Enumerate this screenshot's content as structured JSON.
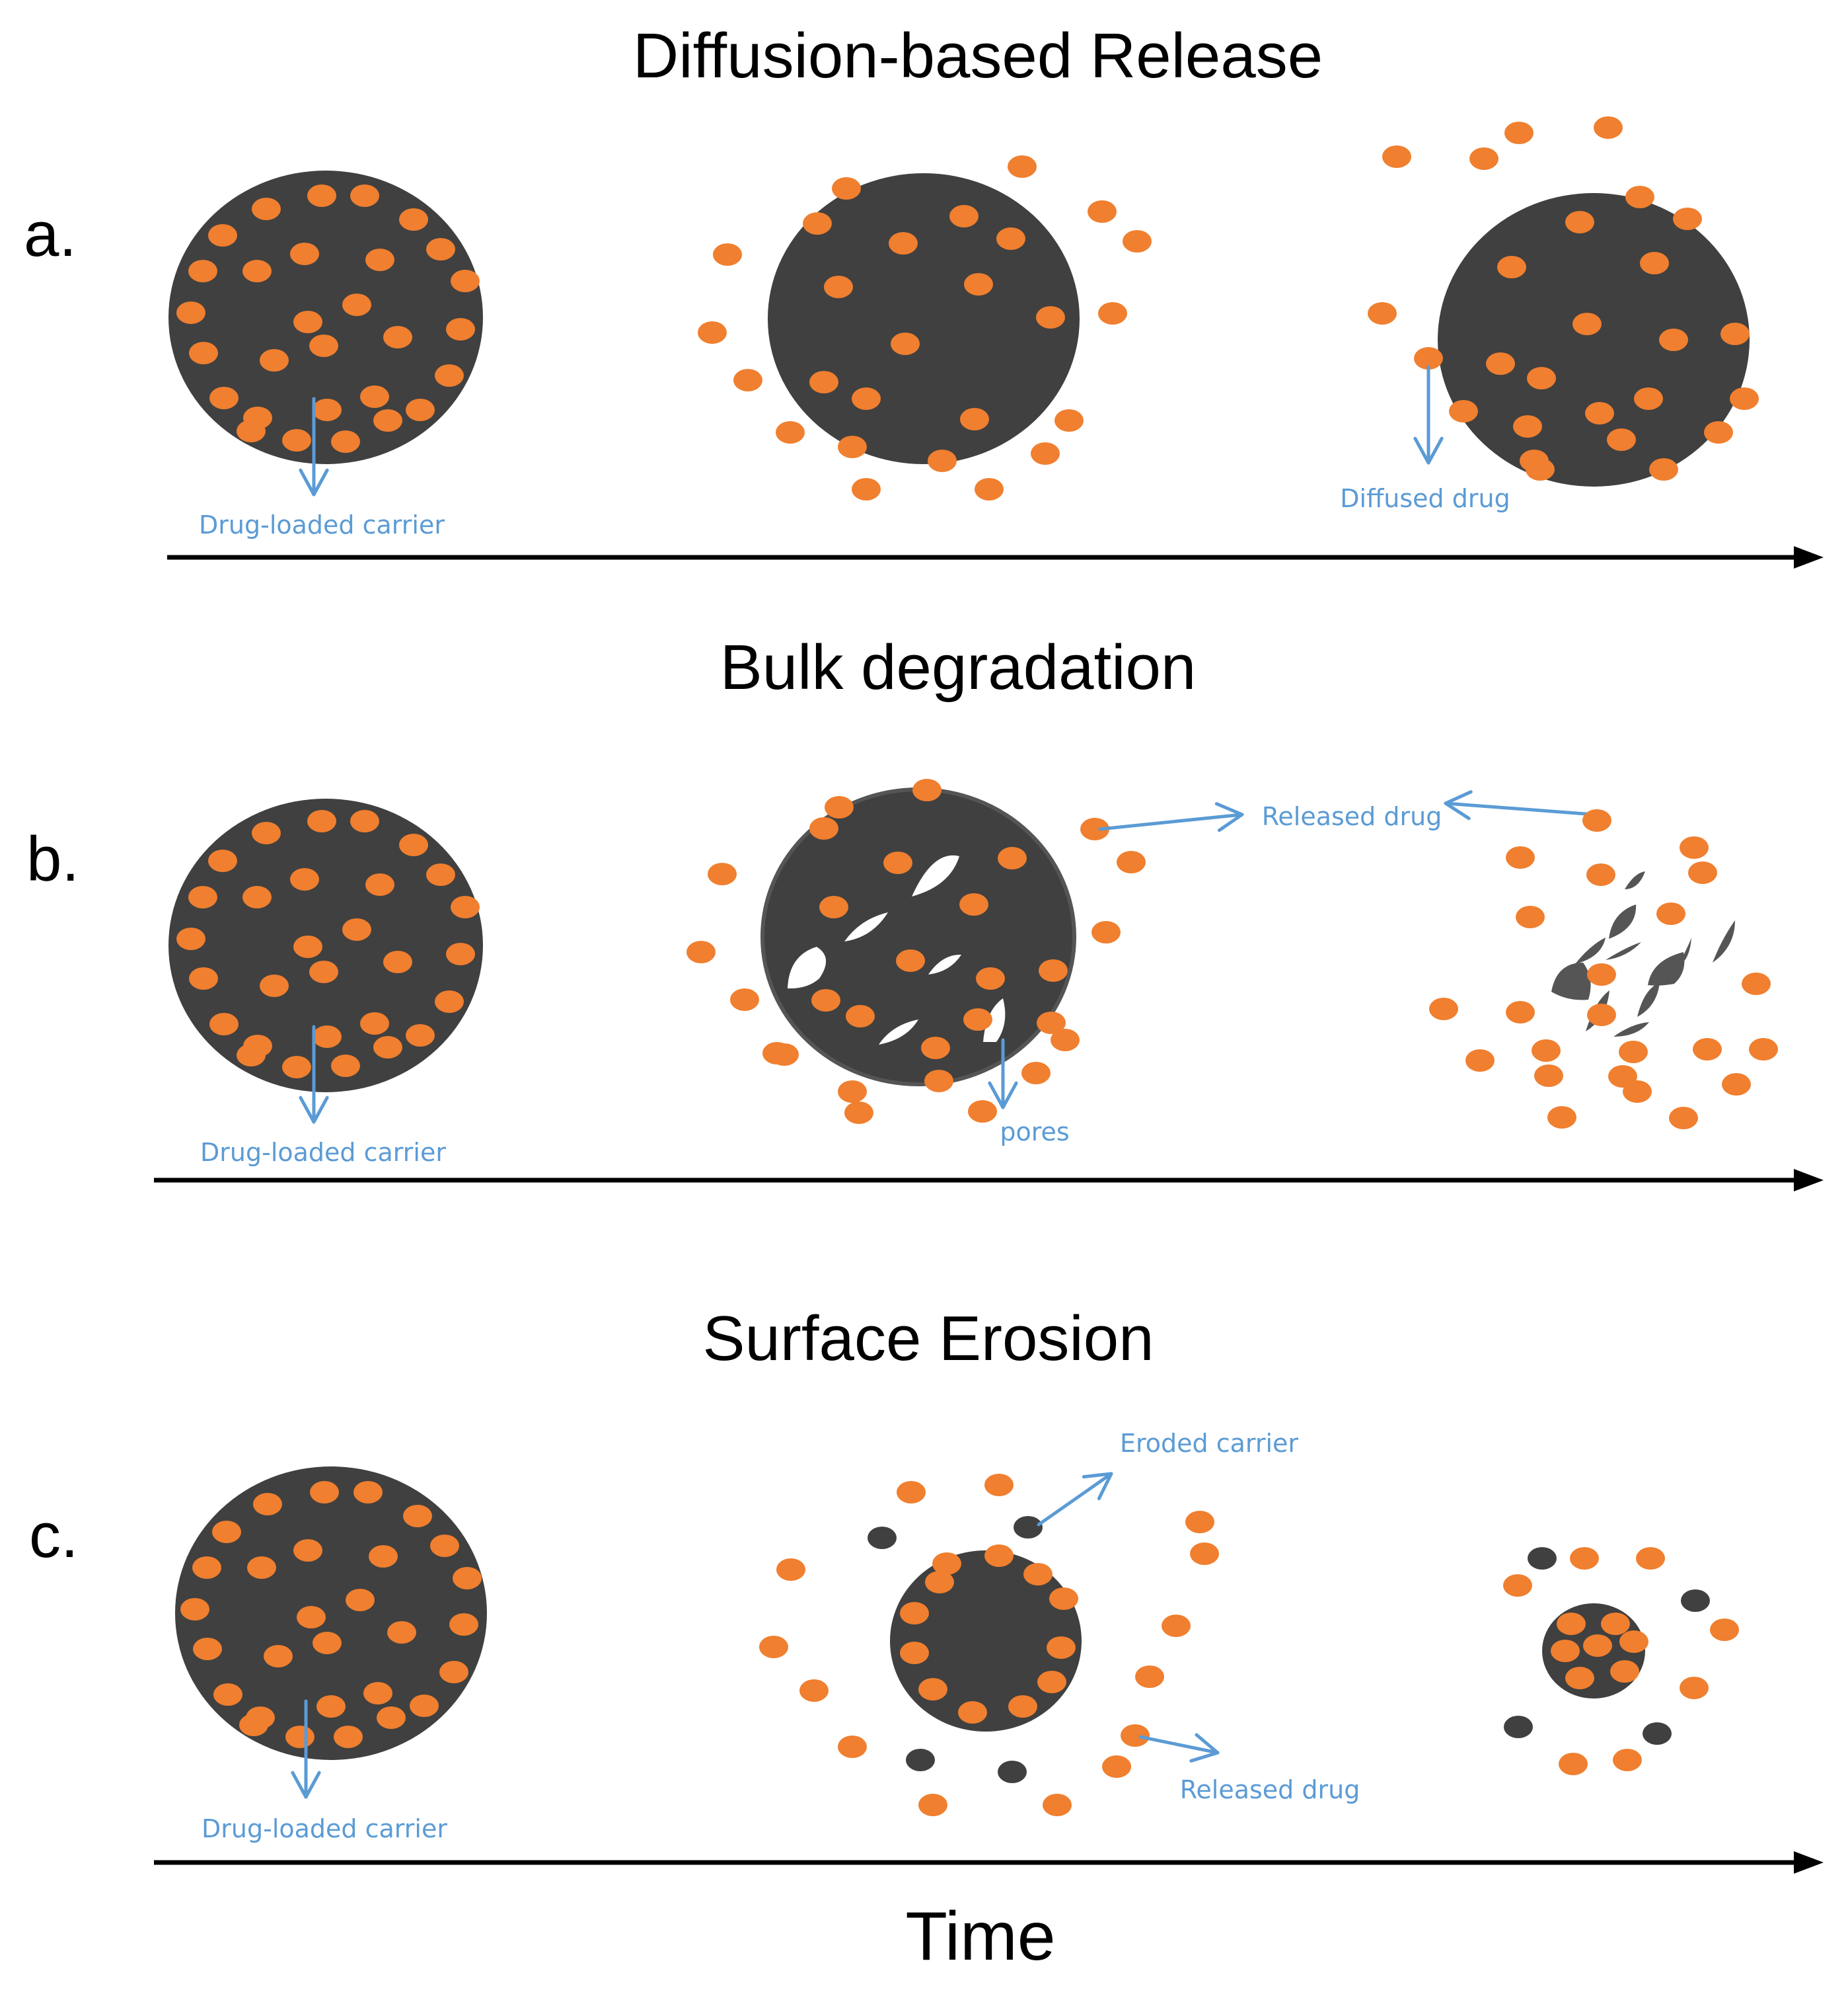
{
  "colors": {
    "carrier": "#404040",
    "drug": "#F07F2F",
    "annotation": "#5B9BD5",
    "axis": "#000000",
    "pore": "#ffffff"
  },
  "panels": [
    {
      "letter": "a.",
      "title": "Diffusion-based Release",
      "labels": {
        "carrier": "Drug-loaded carrier",
        "diffused": "Diffused drug"
      }
    },
    {
      "letter": "b.",
      "title": "Bulk degradation",
      "labels": {
        "carrier": "Drug-loaded carrier",
        "released": "Released drug",
        "pores": "pores"
      }
    },
    {
      "letter": "c.",
      "title": "Surface Erosion",
      "labels": {
        "carrier": "Drug-loaded carrier",
        "eroded": "Eroded carrier",
        "released": "Released drug"
      }
    }
  ],
  "axis": {
    "label": "Time"
  }
}
